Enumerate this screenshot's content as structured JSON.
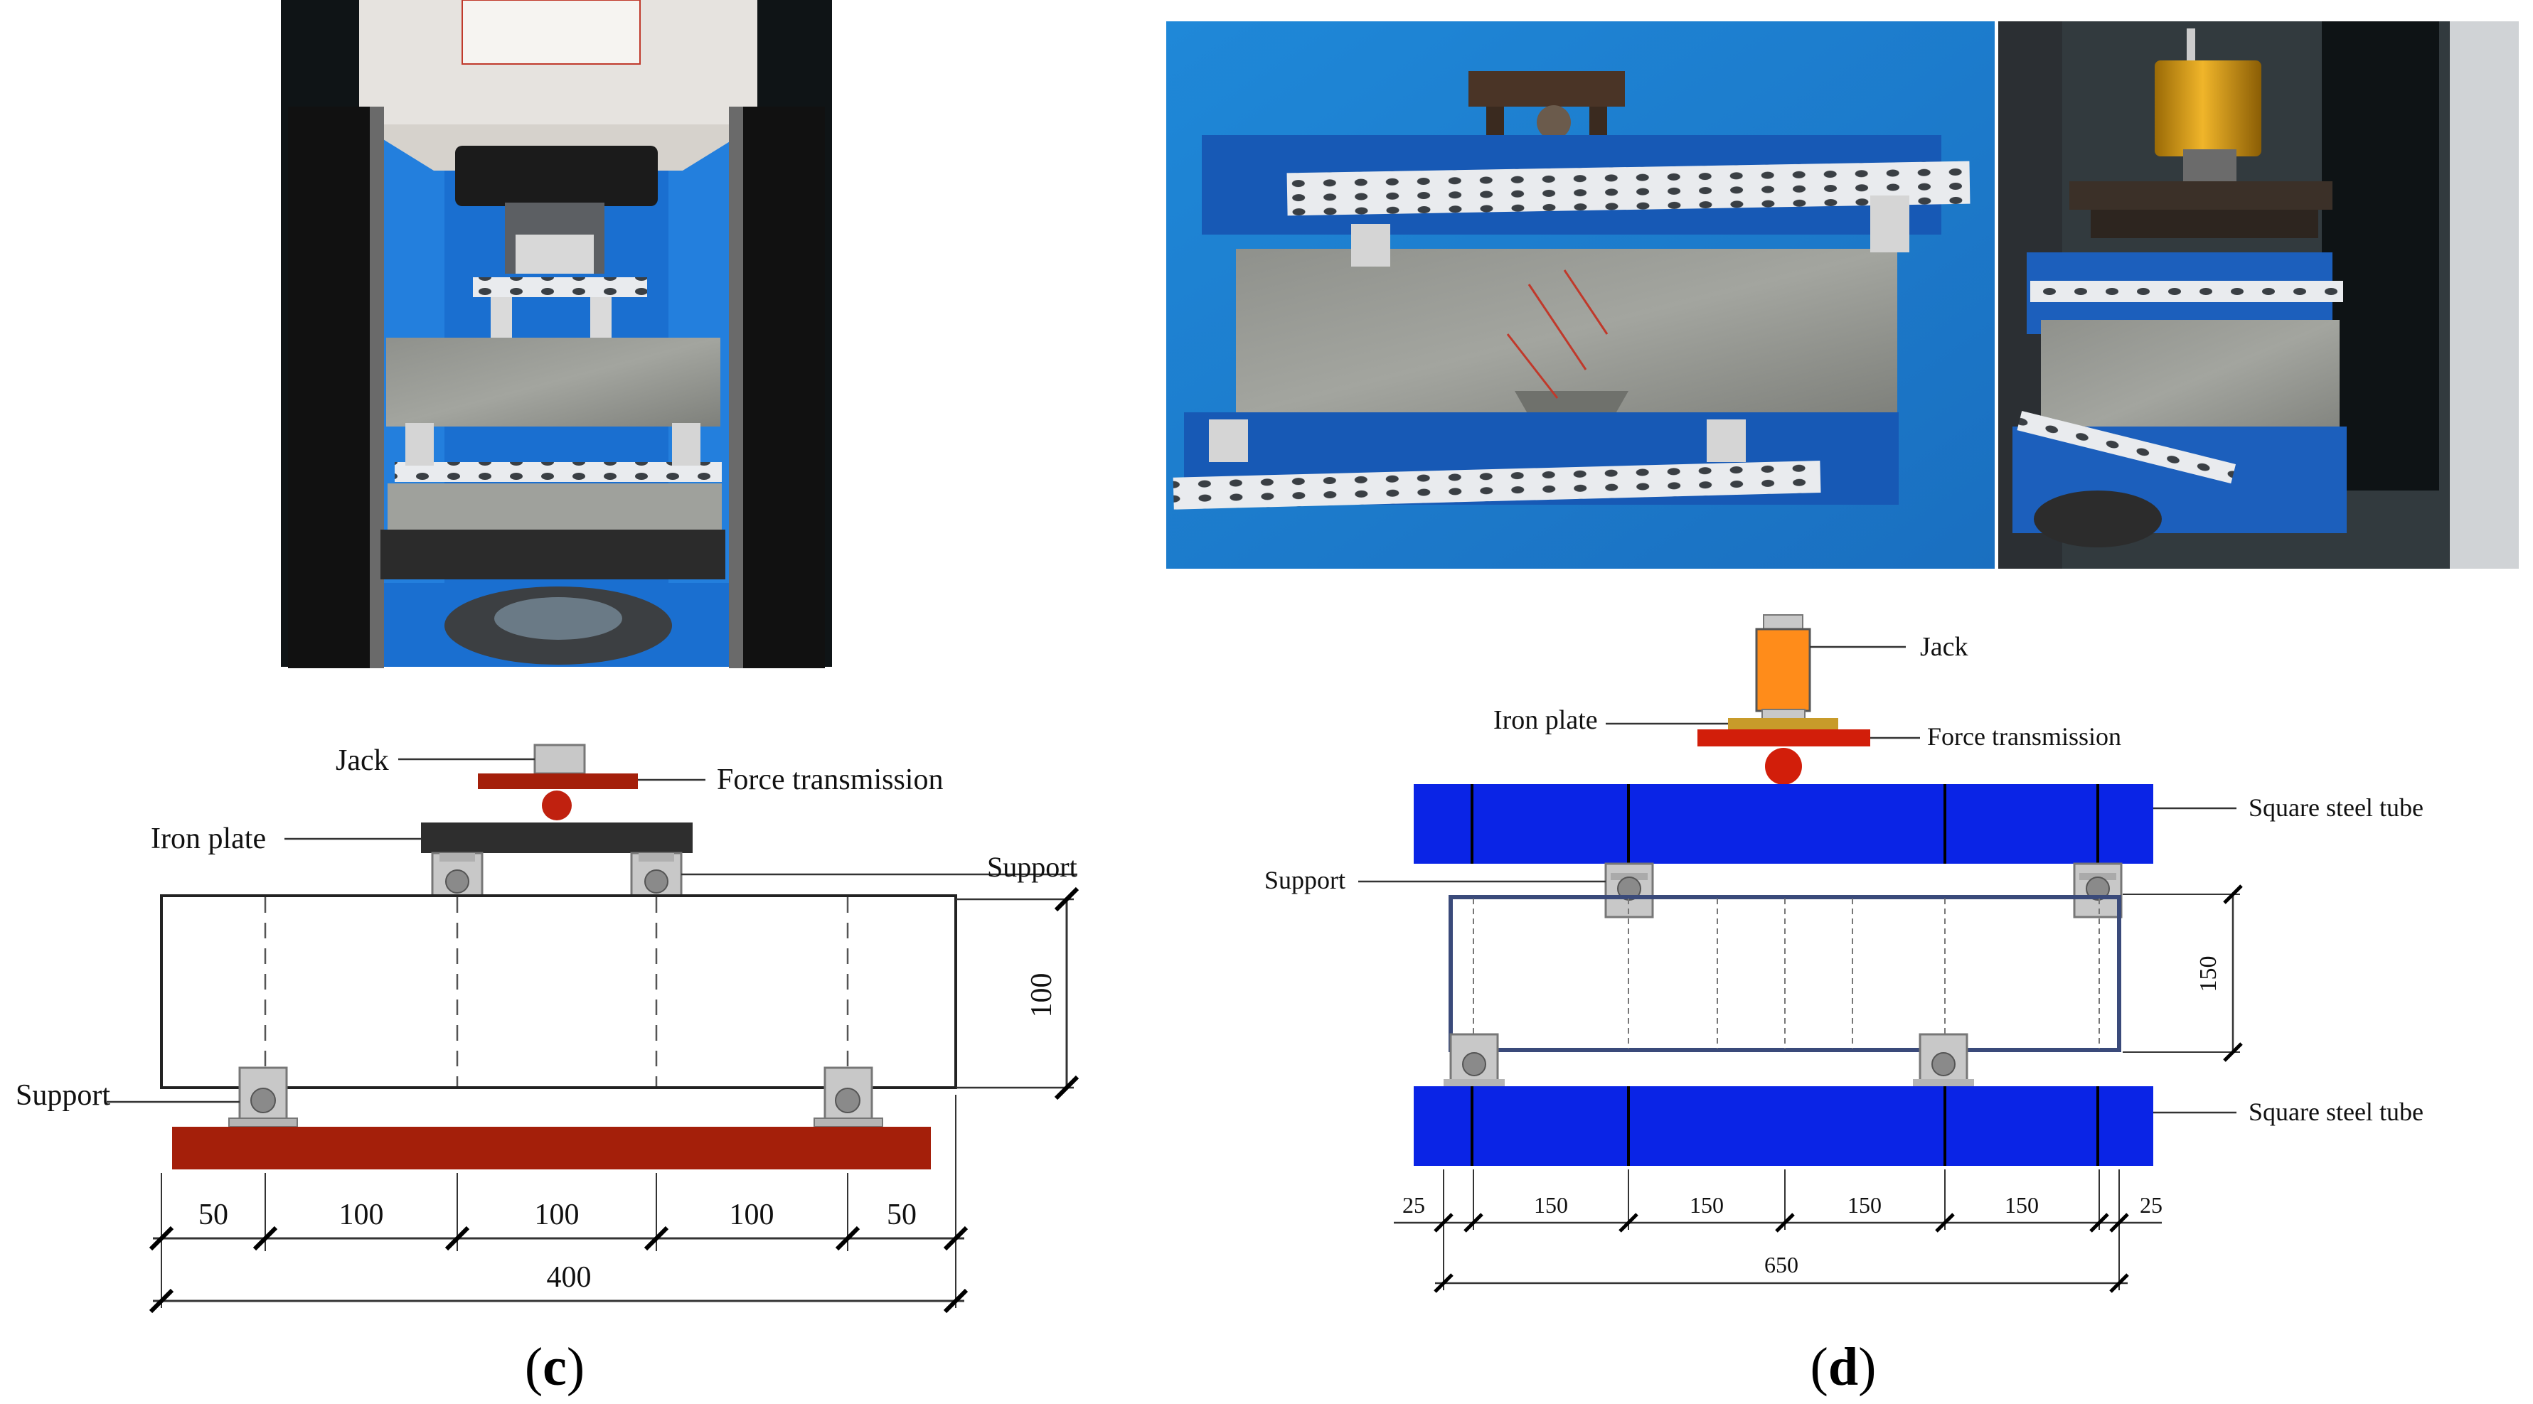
{
  "panel_c": {
    "caption_open": "(",
    "caption_letter": "c",
    "caption_close": ")",
    "labels": {
      "jack": "Jack",
      "force_transmission": "Force transmission",
      "iron_plate": "Iron plate",
      "support_top": "Support",
      "support_bottom": "Support"
    },
    "dimensions": {
      "height": "100",
      "segments": [
        "50",
        "100",
        "100",
        "100",
        "50"
      ],
      "total": "400"
    },
    "colors": {
      "red": "#a41f0a",
      "plate": "#2e2e2e",
      "support": "#c8c8c8"
    }
  },
  "panel_d": {
    "caption_open": "(",
    "caption_letter": "d",
    "caption_close": ")",
    "labels": {
      "jack": "Jack",
      "iron_plate": "Iron plate",
      "force_transmission": "Force transmission",
      "tube_top": "Square steel tube",
      "tube_bottom": "Square steel tube",
      "support": "Support"
    },
    "dimensions": {
      "height": "150",
      "segments": [
        "25",
        "150",
        "150",
        "150",
        "150",
        "25"
      ],
      "total": "650"
    },
    "colors": {
      "tube": "#0a24e6",
      "jack": "#ff8c1a",
      "red": "#d21e0a",
      "beam": "#3a4a7a"
    }
  }
}
